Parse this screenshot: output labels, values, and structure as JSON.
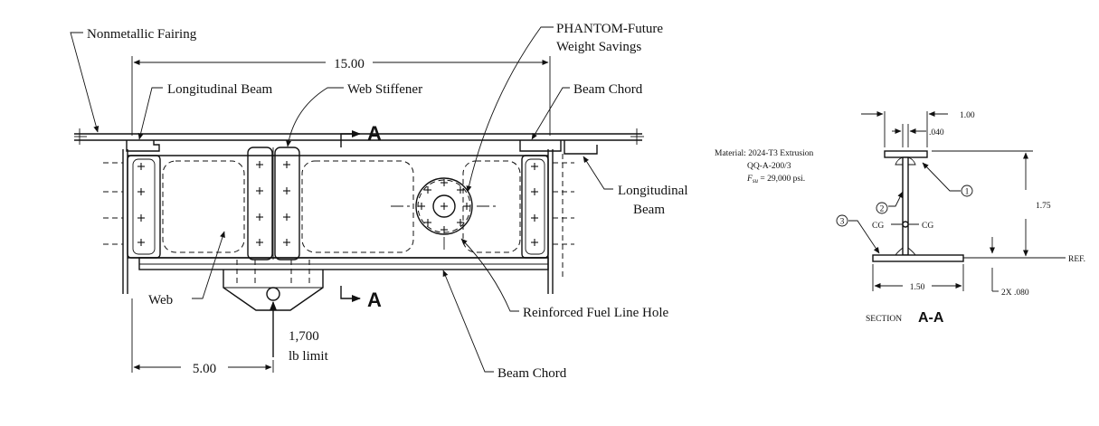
{
  "labels": {
    "fairing": "Nonmetallic Fairing",
    "length_dim": "15.00",
    "long_beam_top": "Longitudinal Beam",
    "web_stiffener": "Web Stiffener",
    "phantom_line1": "PHANTOM-Future",
    "phantom_line2": "Weight Savings",
    "beam_chord_top": "Beam Chord",
    "long_beam_right_1": "Longitudinal",
    "long_beam_right_2": "Beam",
    "web": "Web",
    "reinforced_hole": "Reinforced Fuel Line Hole",
    "load_value": "1,700",
    "load_unit": "lb limit",
    "dim_5": "5.00",
    "beam_chord_bottom": "Beam Chord",
    "section_cut_top": "A",
    "section_cut_bottom": "A"
  },
  "material": {
    "line1": "Material: 2024-T3 Extrusion",
    "line2": "QQ-A-200/3",
    "line3": "F",
    "line3_sub": "su",
    "line3_rest": " = 29,000 psi."
  },
  "section": {
    "dim_top": "1.00",
    "dim_web": ".040",
    "dim_height": "1.75",
    "dim_width": "1.50",
    "dim_thick": "2X .080",
    "ref": "REF.",
    "cg_left": "CG",
    "cg_right": "CG",
    "callout_1": "1",
    "callout_2": "2",
    "callout_3": "3",
    "title_prefix": "SECTION",
    "title_id": "A-A"
  }
}
